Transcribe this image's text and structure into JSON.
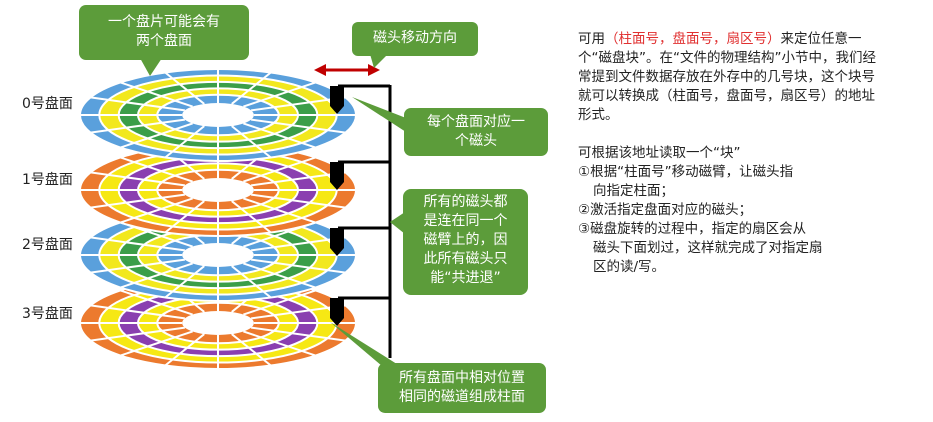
{
  "platters": [
    {
      "label": "0号盘面",
      "outer_color": "#5aa0dc",
      "ring_colors": [
        "#5aa0dc",
        "#f2e81e",
        "#3b9e48",
        "#f2e81e",
        "#5aa0dc"
      ]
    },
    {
      "label": "1号盘面",
      "outer_color": "#ec7a2e",
      "ring_colors": [
        "#ec7a2e",
        "#f6e814",
        "#8a3fb0",
        "#f6e814",
        "#ec7a2e"
      ]
    },
    {
      "label": "2号盘面",
      "outer_color": "#5aa0dc",
      "ring_colors": [
        "#5aa0dc",
        "#f2e81e",
        "#3b9e48",
        "#f2e81e",
        "#5aa0dc"
      ]
    },
    {
      "label": "3号盘面",
      "outer_color": "#ec7a2e",
      "ring_colors": [
        "#ec7a2e",
        "#f6e814",
        "#8a3fb0",
        "#f6e814",
        "#ec7a2e"
      ]
    }
  ],
  "callouts": {
    "two_faces": "一个盘片可能会有\n两个盘面",
    "head_move": "磁头移动方向",
    "one_head": "每个盘面对应一\n个磁头",
    "same_arm": "所有的磁头都\n是连在同一个\n磁臂上的，因\n此所有磁头只\n能“共进退”",
    "cylinder": "所有盘面中相对位置\n相同的磁道组成柱面"
  },
  "colors": {
    "callout_green": "#5c9c3a",
    "arrow_red": "#c00000",
    "arm_black": "#000000",
    "highlight_red": "#e03030"
  },
  "side_text": {
    "para1_prefix": "可用",
    "para1_highlight": "（柱面号，盘面号，扇区号）",
    "para1_rest": "来定位任意一个“磁盘块”。在“文件的物理结构”小节中，我们经常提到文件数据存放在外存中的几号块，这个块号就可以转换成（柱面号，盘面号，扇区号）的地址形式。",
    "para2": "可根据该地址读取一个“块”",
    "step1": "①根据“柱面号”移动磁臂，让磁头指",
    "step1_cont": "向指定柱面；",
    "step2": "②激活指定盘面对应的磁头；",
    "step3": "③磁盘旋转的过程中，指定的扇区会从",
    "step3_cont": "磁头下面划过，这样就完成了对指定扇",
    "step3_cont2": "区的读/写。"
  }
}
